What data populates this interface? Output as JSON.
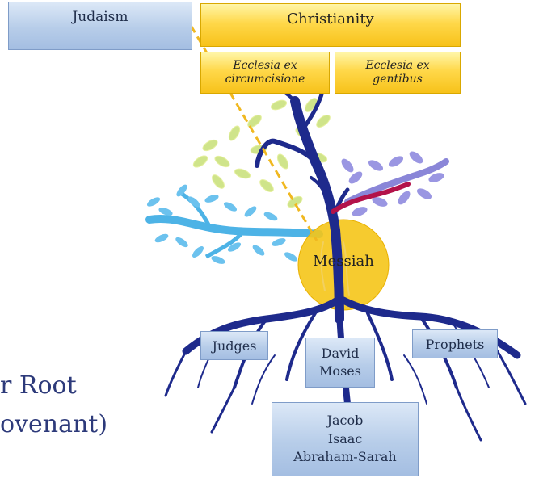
{
  "labels": {
    "judaism": "Judaism",
    "christianity": "Christianity",
    "ecclesia_circ_1": "Ecclesia ex",
    "ecclesia_circ_2": "circumcisione",
    "ecclesia_gent_1": "Ecclesia ex",
    "ecclesia_gent_2": "gentibus",
    "messiah": "Messiah",
    "judges": "Judges",
    "david": "David",
    "moses": "Moses",
    "prophets": "Prophets",
    "jacob": "Jacob",
    "isaac": "Isaac",
    "abraham_sarah": "Abraham-Sarah",
    "left_line_1": "r Root",
    "left_line_2": "ovenant)"
  },
  "colors": {
    "root_blue": "#1e2a8c",
    "branch_lightblue": "#4db3e6",
    "branch_purple": "#8a86d8",
    "graft_red": "#b3124a",
    "leaf_yellowgreen": "#c8e07a",
    "messiah_gold": "#f5c518",
    "dashed_line": "#f0b820"
  }
}
